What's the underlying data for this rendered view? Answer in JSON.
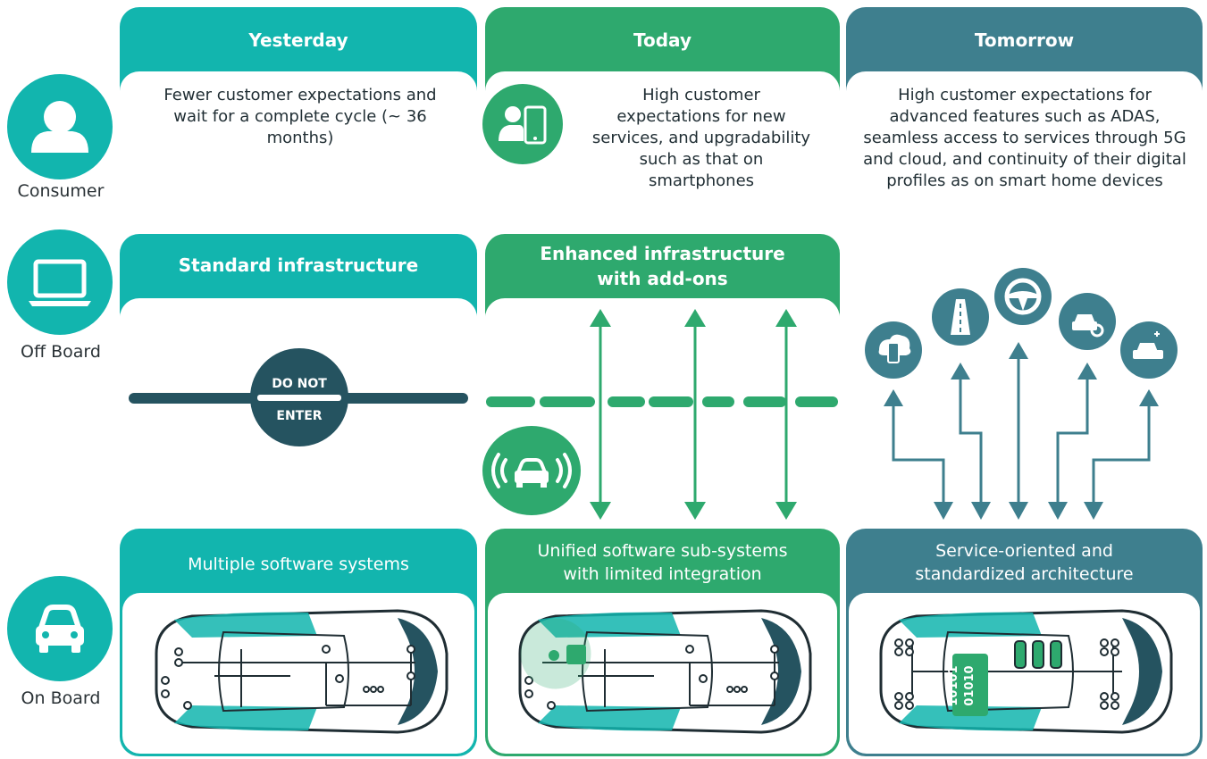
{
  "colors": {
    "teal": "#12B5AE",
    "green": "#2EA96E",
    "slate": "#3E7F8E",
    "dark": "#255360"
  },
  "rows": {
    "consumer": "Consumer",
    "offboard": "Off Board",
    "onboard": "On Board"
  },
  "columns": {
    "yesterday": {
      "title": "Yesterday",
      "consumer_text": "Fewer customer expectations and wait for a complete cycle (~ 36 months)",
      "offboard_title": "Standard infrastructure",
      "onboard_title": "Multiple software systems"
    },
    "today": {
      "title": "Today",
      "consumer_text": "High customer expectations for new services, and upgradability such as that on smartphones",
      "offboard_title": "Enhanced infrastructure with add-ons",
      "onboard_title": "Unified software sub-systems with limited integration"
    },
    "tomorrow": {
      "title": "Tomorrow",
      "consumer_text": "High customer expectations for advanced features such as ADAS, seamless access to services through 5G and cloud, and continuity of their digital profiles as on smart home devices",
      "onboard_title": "Service-oriented and standardized architecture"
    }
  },
  "do_not_enter": {
    "line1": "DO NOT",
    "line2": "ENTER"
  },
  "binary": {
    "line1": "10101",
    "line2": "01010"
  },
  "icons": {
    "consumer": "person-icon",
    "offboard": "laptop-icon",
    "onboard": "car-icon",
    "today_consumer": "user-smartphone-icon",
    "connected_car": "connected-car-icon",
    "services": [
      "cloud-phone-icon",
      "road-icon",
      "steering-wheel-icon",
      "car-settings-icon",
      "electric-car-icon"
    ]
  }
}
